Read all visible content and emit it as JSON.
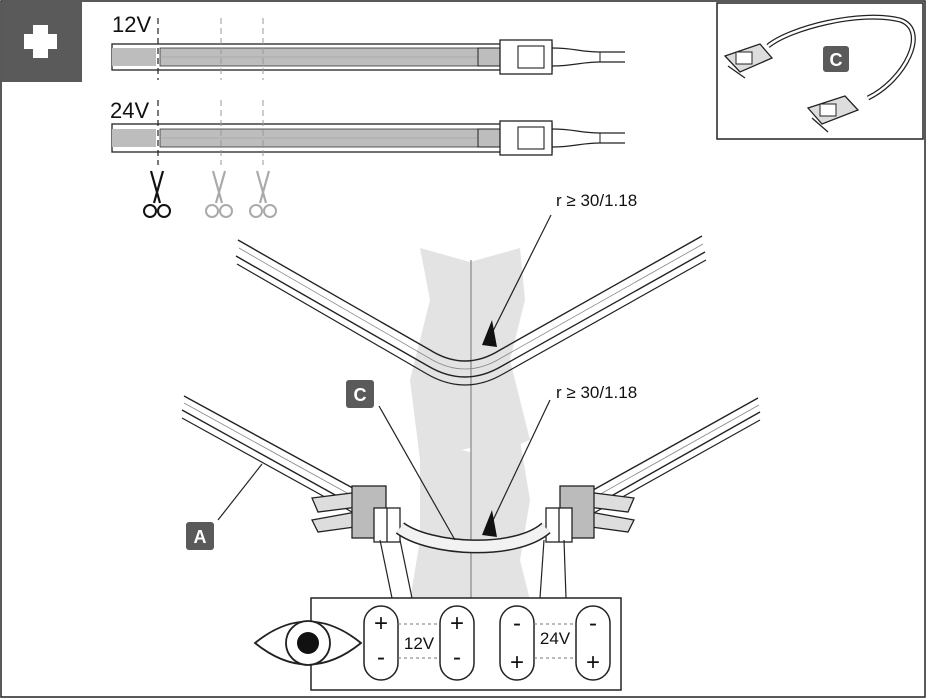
{
  "corner_icon": "plus-icon",
  "strips": {
    "top_voltage": "12V",
    "bottom_voltage": "24V"
  },
  "radius_labels": {
    "upper": "r ≥ 30/1.18",
    "lower": "r ≥ 30/1.18"
  },
  "badges": {
    "inset": "C",
    "connector": "C",
    "strip": "A"
  },
  "polarity": {
    "icon": "eye-icon",
    "group_12v": {
      "voltage": "12V",
      "left_top": "+",
      "left_bottom": "-",
      "right_top": "+",
      "right_bottom": "-"
    },
    "group_24v": {
      "voltage": "24V",
      "left_top": "-",
      "left_bottom": "+",
      "right_top": "-",
      "right_bottom": "+"
    }
  },
  "colors": {
    "badge": "#5a5a5a",
    "strip_fill": "#bdbdbd",
    "shadow": "#e3e3e3",
    "line": "#222222"
  }
}
